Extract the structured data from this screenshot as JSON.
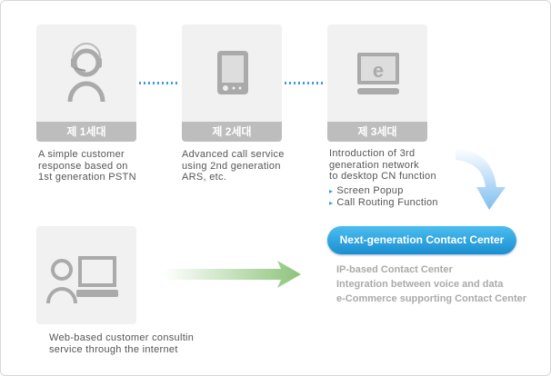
{
  "generations": [
    {
      "label": "제 1세대",
      "icon": "headset-agent-icon",
      "desc": [
        "A simple customer",
        "response based on",
        "1st generation PSTN"
      ]
    },
    {
      "label": "제 2세대",
      "icon": "phone-device-icon",
      "desc": [
        "Advanced call service",
        "using 2nd generation",
        "ARS, etc."
      ]
    },
    {
      "label": "제 3세대",
      "icon": "e-monitor-icon",
      "desc": [
        "Introduction of 3rd",
        "generation network",
        "to desktop CN function"
      ],
      "bullets": [
        "Screen Popup",
        "Call Routing Function"
      ]
    }
  ],
  "web": {
    "icon": "agent-computer-icon",
    "desc": [
      "Web-based customer consultin",
      "service through the internet"
    ]
  },
  "next": {
    "button": "Next-generation Contact Center",
    "features": [
      "IP-based Contact Center",
      "Integration between voice and data",
      "e-Commerce supporting Contact Center"
    ]
  },
  "colors": {
    "accent": "#1a8fd0",
    "arrow_green": "#8cc47a",
    "dots": "#3a9ae8"
  }
}
